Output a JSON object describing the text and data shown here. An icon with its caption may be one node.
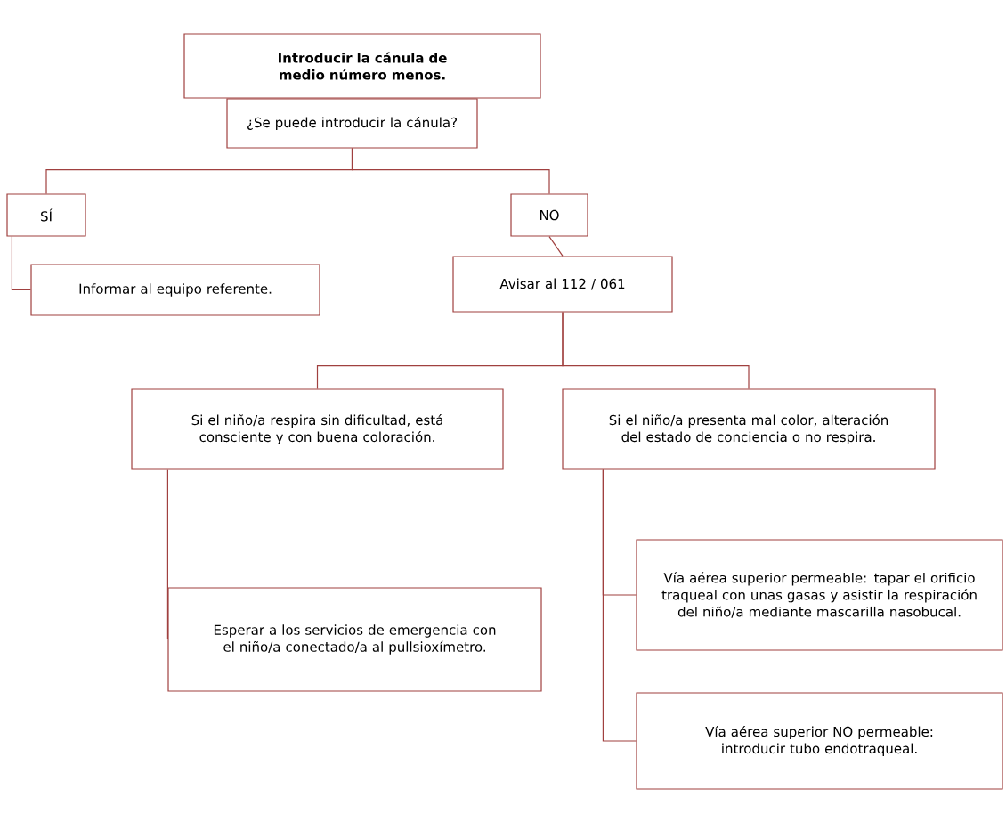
{
  "diagram": {
    "nodes": [
      {
        "text": [
          "**Introducir la cánula de medio número menos.**"
        ]
      },
      {
        "text": [
          "¿Se puede introducir la cánula?"
        ]
      },
      {
        "text": [
          "SÍ"
        ]
      },
      {
        "text": [
          "NO"
        ]
      },
      {
        "text": [
          "Informar al equipo referente."
        ]
      },
      {
        "text": [
          "Avisar al 112 / 061"
        ]
      },
      {
        "text": [
          "Si el niño/a respira sin dificultad, está consciente y con buena coloración."
        ]
      },
      {
        "text": [
          "Si el niño/a presenta mal color, alteración del estado de conciencia o no respira."
        ]
      },
      {
        "text": [
          "Esperar a los servicios de emergencia con el niño/a conectado/a al pullsioxímetro."
        ]
      },
      {
        "text": [
          "Vía aérea superior permeable: tapar el orificio traqueal con unas gasas y asistir la respiración del niño/a mediante mascarilla nasobucal."
        ]
      },
      {
        "text": [
          "Vía aérea superior NO permeable: introducir tubo endotraqueal."
        ]
      }
    ],
    "edges": [
      {
        "from": 1,
        "to": 2,
        "arrow": "none"
      },
      {
        "from": 1,
        "to": 3,
        "arrow": "none"
      },
      {
        "from": 2,
        "to": 4,
        "arrow": "none"
      },
      {
        "from": 3,
        "to": 5,
        "arrow": "none"
      },
      {
        "from": 5,
        "to": 6,
        "arrow": "none"
      },
      {
        "from": 5,
        "to": 7,
        "arrow": "none"
      },
      {
        "from": 6,
        "to": 8,
        "arrow": "none"
      },
      {
        "from": 7,
        "to": 9,
        "arrow": "none"
      },
      {
        "from": 7,
        "to": 10,
        "arrow": "none"
      }
    ]
  }
}
